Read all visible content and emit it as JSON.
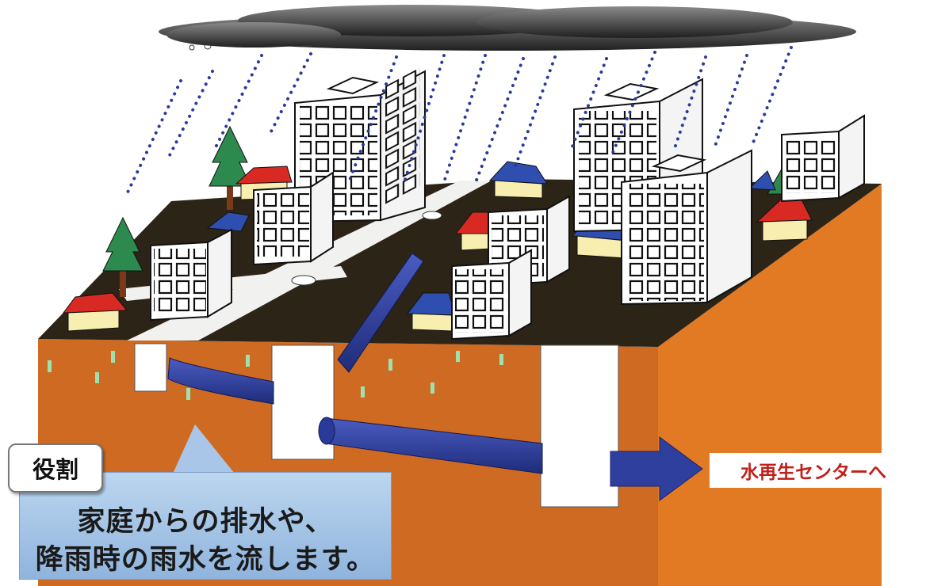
{
  "role_label": "役割",
  "description": {
    "line1": "家庭からの排水や、",
    "line2": "降雨時の雨水を流します。"
  },
  "destination_label": "水再生センターへ",
  "colors": {
    "soil": "#d2691e",
    "ground_surface": "#2d2418",
    "pipe": "#2f3f9e",
    "rain": "#2a3a9a",
    "roof_red": "#d82a23",
    "roof_blue": "#2f4fb0",
    "callout": "#a9c6e8",
    "destination_text": "#c0201a"
  }
}
